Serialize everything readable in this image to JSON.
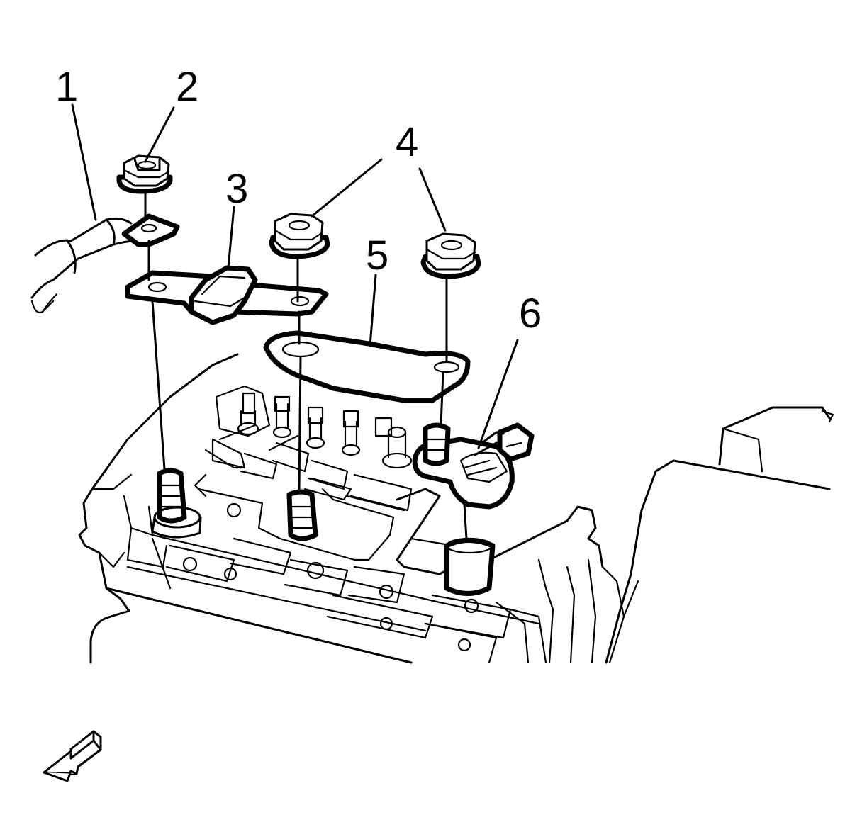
{
  "diagram": {
    "callouts": [
      {
        "id": "1",
        "text": "1",
        "part": "cable"
      },
      {
        "id": "2",
        "text": "2",
        "part": "nut"
      },
      {
        "id": "3",
        "text": "3",
        "part": "fuse"
      },
      {
        "id": "4",
        "text": "4",
        "part": "nuts"
      },
      {
        "id": "5",
        "text": "5",
        "part": "link"
      },
      {
        "id": "6",
        "text": "6",
        "part": "terminal"
      }
    ],
    "view_arrow_icon": "view-direction-arrow-icon",
    "colors": {
      "line": "#000000",
      "background": "#ffffff"
    }
  }
}
